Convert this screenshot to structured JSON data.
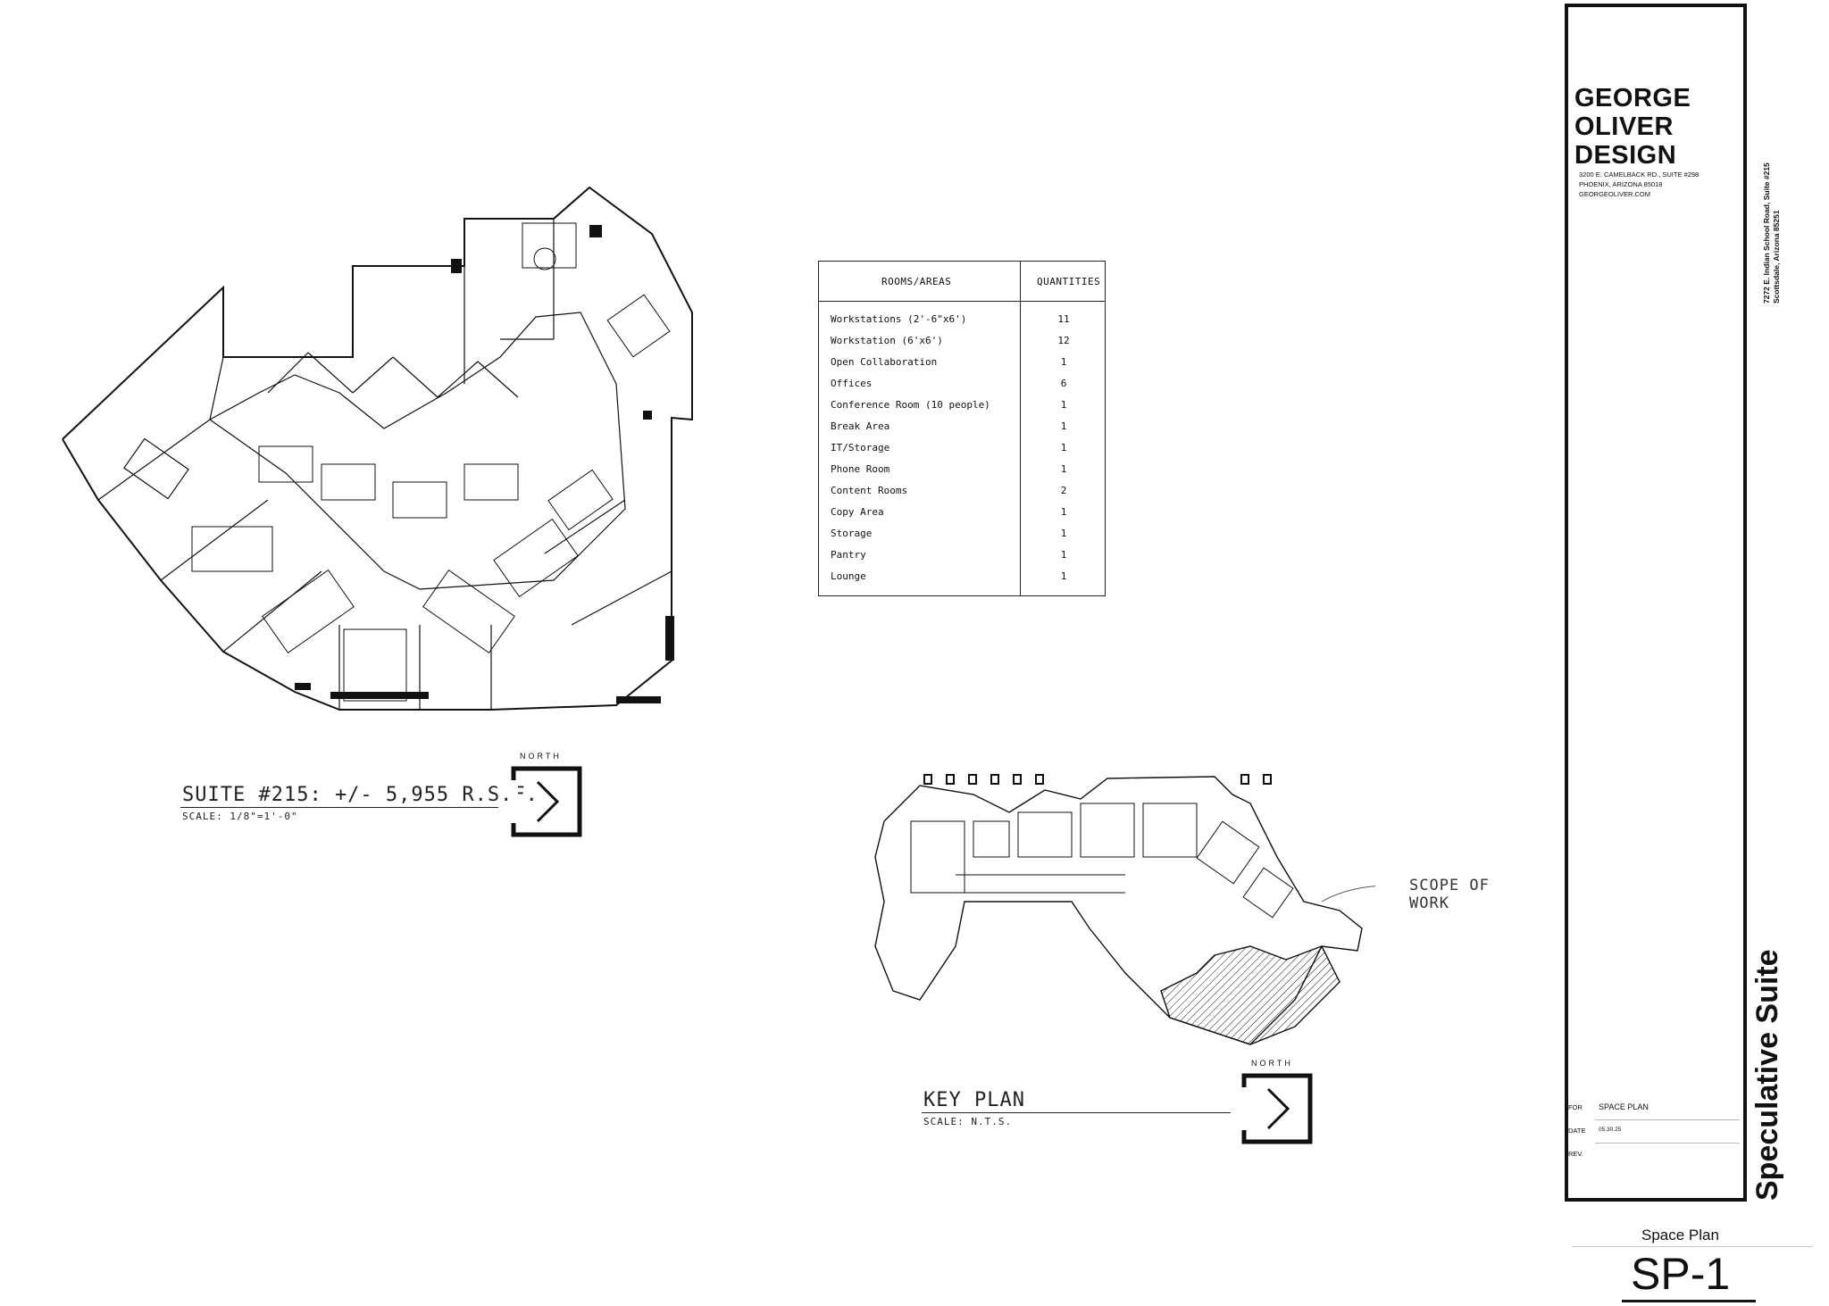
{
  "title_block": {
    "company_lines": [
      "GEORGE",
      "OLIVER",
      "DESIGN"
    ],
    "address_lines": [
      "3200 E. CAMELBACK RD., SUITE #298",
      "PHOENIX, ARIZONA 85018",
      "GEORGEOLIVER.COM"
    ],
    "project_address_lines": [
      "7272 E. Indian School Road, Suite #215",
      "Scottsdale, Arizona 85251"
    ],
    "project_title": "Speculative Suite",
    "fields": [
      {
        "label": "FOR",
        "value": "SPACE PLAN"
      },
      {
        "label": "DATE",
        "value": "05.30.25"
      },
      {
        "label": "REV.",
        "value": ""
      }
    ],
    "sheet_name": "Space Plan",
    "sheet_number": "SP-1"
  },
  "room_table": {
    "headers": [
      "ROOMS/AREAS",
      "QUANTITIES"
    ],
    "rows": [
      {
        "room": "Workstations (2'-6\"x6')",
        "qty": "11"
      },
      {
        "room": "Workstation (6'x6')",
        "qty": "12"
      },
      {
        "room": "Open Collaboration",
        "qty": "1"
      },
      {
        "room": "Offices",
        "qty": "6"
      },
      {
        "room": "Conference Room (10 people)",
        "qty": "1"
      },
      {
        "room": "Break Area",
        "qty": "1"
      },
      {
        "room": "IT/Storage",
        "qty": "1"
      },
      {
        "room": "Phone Room",
        "qty": "1"
      },
      {
        "room": "Content Rooms",
        "qty": "2"
      },
      {
        "room": "Copy Area",
        "qty": "1"
      },
      {
        "room": "Storage",
        "qty": "1"
      },
      {
        "room": "Pantry",
        "qty": "1"
      },
      {
        "room": "Lounge",
        "qty": "1"
      }
    ]
  },
  "suite_plan": {
    "title": "SUITE #215: +/- 5,955 R.S.F.",
    "scale": "SCALE: 1/8\"=1'-0\"",
    "north_label": "NORTH"
  },
  "key_plan": {
    "title": "KEY PLAN",
    "scale": "SCALE: N.T.S.",
    "north_label": "NORTH",
    "scope_label_lines": [
      "SCOPE OF",
      "WORK"
    ]
  }
}
